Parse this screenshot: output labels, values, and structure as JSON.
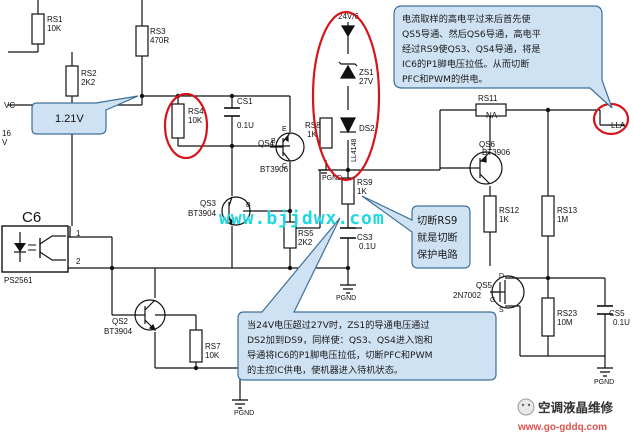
{
  "components": {
    "rs1": {
      "ref": "RS1",
      "value": "10K"
    },
    "rs3": {
      "ref": "RS3",
      "value": "470R"
    },
    "rs2": {
      "ref": "RS2",
      "value": "2K2"
    },
    "rs4": {
      "ref": "RS4",
      "value": "10K"
    },
    "cs1": {
      "ref": "CS1",
      "value": "0.1U"
    },
    "qs4": {
      "ref": "QS4",
      "value": "BT3906"
    },
    "qs3": {
      "ref": "QS3",
      "value": "BT3904"
    },
    "rs5": {
      "ref": "RS5",
      "value": "2K2"
    },
    "c6": {
      "ref": "C6"
    },
    "ps": {
      "ref": "PS2561"
    },
    "qs2": {
      "ref": "QS2",
      "value": "BT3904"
    },
    "rs7": {
      "ref": "RS7",
      "value": "10K"
    },
    "zs1": {
      "ref": "ZS1",
      "value": "27V"
    },
    "ds2": {
      "ref": "DS2",
      "value": "LL4148"
    },
    "rs8": {
      "ref": "RS8",
      "value": "1K"
    },
    "rs9": {
      "ref": "RS9",
      "value": "1K"
    },
    "cs3": {
      "ref": "CS3",
      "value": "0.1U"
    },
    "rs11": {
      "ref": "RS11",
      "value": "NA"
    },
    "qs6": {
      "ref": "QS6",
      "value": "BT3906"
    },
    "rs12": {
      "ref": "RS12",
      "value": "1K"
    },
    "rs13": {
      "ref": "RS13",
      "value": "1M"
    },
    "qs5": {
      "ref": "QS5",
      "value": "2N7002"
    },
    "rs23": {
      "ref": "RS23",
      "value": "10M"
    },
    "cs5": {
      "ref": "CS5",
      "value": "0.1U"
    }
  },
  "nets": {
    "vc": "VC",
    "v24": "24V/6",
    "pgnd": "PGND",
    "lla": "LLA",
    "pin1": "1",
    "pin2": "2",
    "left_edge_16": "16",
    "left_edge_v": "V",
    "pin_e": "E",
    "pin_b": "B",
    "pin_c": "C",
    "pin_b2": "B",
    "pin_d": "D",
    "pin_g": "G",
    "pin_s": "S"
  },
  "callouts": {
    "voltage": "1.21V",
    "top_right": [
      "电流取样的高电平过来后首先使",
      "QS5导通、然后QS6导通，高电平",
      "经过RS9使QS3、QS4导通，将是",
      "IC6的P1脚电压拉低。从而切断",
      "PFC和PWM的供电。"
    ],
    "rs9_note": [
      "切断RS9",
      "就是切断",
      "保护电路"
    ],
    "bottom": [
      "当24V电压超过27V时，ZS1的导通电压通过",
      "DS2加到DS9，同样使：QS3、QS4进入饱和",
      "导通将IC6的P1脚电压拉低，切断PFC和PWM",
      "的主控IC供电，使机器进入待机状态。"
    ]
  },
  "watermark": {
    "url": "www.bjjdwx.com",
    "name": "空调液晶维修",
    "site": "www.go-gddq.com"
  },
  "colors": {
    "wire": "#111111",
    "highlight_ring": "#d4161c",
    "callout_fill": "#cfe2f3",
    "callout_stroke": "#3d6f99",
    "watermark": "#1fd7e0"
  }
}
